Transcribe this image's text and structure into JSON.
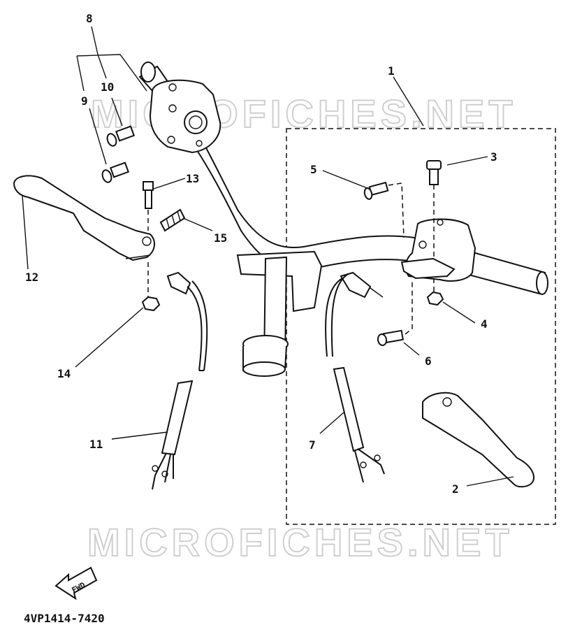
{
  "watermarks": [
    "MICROFICHES.NET",
    "MICROFICHES.NET"
  ],
  "callouts": [
    "1",
    "2",
    "3",
    "4",
    "5",
    "6",
    "7",
    "8",
    "9",
    "10",
    "11",
    "12",
    "13",
    "14",
    "15"
  ],
  "fwd_label": "FWD",
  "diagram_code": "4VP1414-7420"
}
